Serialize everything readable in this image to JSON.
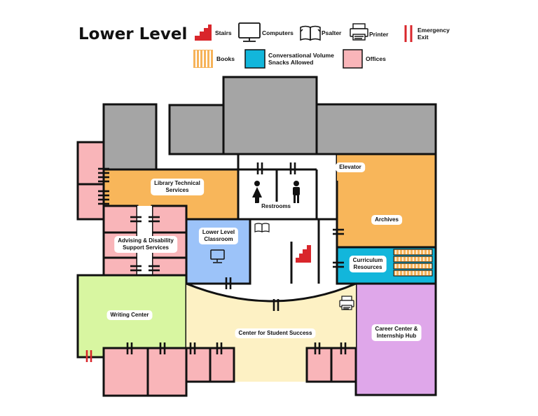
{
  "title": "Lower Level",
  "colors": {
    "stairs": "#d9262b",
    "books": "#f6b35a",
    "books_stripe": "#ffffff",
    "conversational": "#12b6db",
    "offices": "#f9b5b9",
    "technical": "#f8b65a",
    "classroom": "#9cc3f9",
    "writing": "#d8f6a1",
    "success": "#fdf1c4",
    "career": "#dfa7ea",
    "structure": "#a5a5a5",
    "wall": "#111111"
  },
  "legend": {
    "stairs": {
      "icon": "stairs-icon",
      "label": "Stairs"
    },
    "computers": {
      "icon": "computer-icon",
      "label": "Computers"
    },
    "psalter": {
      "icon": "book-icon",
      "label": "Psalter"
    },
    "printer": {
      "icon": "printer-icon",
      "label": "Printer"
    },
    "exit": {
      "icon": "exit-icon",
      "label_1": "Emergency",
      "label_2": "Exit"
    },
    "books": {
      "icon": "books-swatch",
      "label": "Books"
    },
    "conversational": {
      "icon": "conversational-swatch",
      "label_1": "Conversational Volume",
      "label_2": "Snacks Allowed"
    },
    "offices": {
      "icon": "offices-swatch",
      "label": "Offices"
    }
  },
  "rooms": {
    "tech_services": {
      "line_1": "Library Technical",
      "line_2": "Services"
    },
    "advising": {
      "line_1": "Advising & Disability",
      "line_2": "Support Services"
    },
    "classroom": {
      "line_1": "Lower Level",
      "line_2": "Classroom"
    },
    "restrooms": "Restrooms",
    "elevator": "Elevator",
    "archives": "Archives",
    "curriculum": {
      "line_1": "Curriculum",
      "line_2": "Resources"
    },
    "writing": "Writing Center",
    "success": "Center for Student Success",
    "career": {
      "line_1": "Career Center &",
      "line_2": "Internship Hub"
    }
  }
}
